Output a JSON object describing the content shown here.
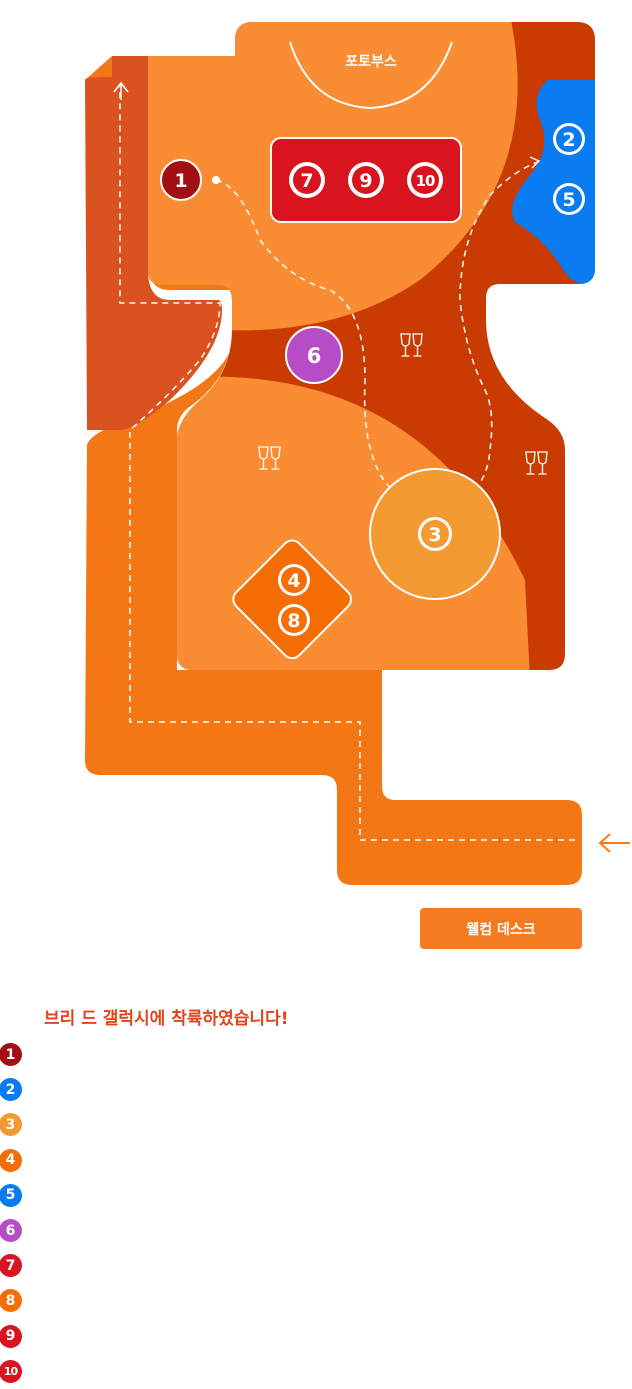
{
  "colors": {
    "floor_light": "#FA8C33",
    "floor_dark": "#C93B00",
    "corridor": "#F47716",
    "corridor_dark": "#D9521F",
    "blue_area": "#0A7BF0",
    "purple": "#B64DC7",
    "red": "#D8141E",
    "maroon": "#A10F13",
    "light_orange": "#F39B32",
    "orange": "#F56E05",
    "accent": "#E0441A"
  },
  "map": {
    "photobooth_label": "포토부스",
    "booths": [
      {
        "id": "1",
        "color": "#A10F13"
      },
      {
        "id": "2",
        "color": "#0A7BF0"
      },
      {
        "id": "3",
        "color": "#F39B32"
      },
      {
        "id": "4",
        "color": "#F56E05"
      },
      {
        "id": "5",
        "color": "#0A7BF0"
      },
      {
        "id": "6",
        "color": "#B64DC7"
      },
      {
        "id": "7",
        "color": "#D8141E"
      },
      {
        "id": "8",
        "color": "#F56E05"
      },
      {
        "id": "9",
        "color": "#D8141E"
      },
      {
        "id": "10",
        "color": "#D8141E"
      }
    ],
    "icons": [
      "champagne-glasses-icon",
      "entrance-arrow-icon",
      "exit-arrow-icon"
    ]
  },
  "welcome_desk_label": "웰컴 데스크",
  "legend": {
    "title": "브리 드 갤럭시에 착륙하였습니다!",
    "items": [
      {
        "num": "1",
        "color": "#A10F13",
        "label": ""
      },
      {
        "num": "2",
        "color": "#0A7BF0",
        "label": ""
      },
      {
        "num": "3",
        "color": "#F39B32",
        "label": ""
      },
      {
        "num": "4",
        "color": "#F56E05",
        "label": ""
      },
      {
        "num": "5",
        "color": "#0A7BF0",
        "label": ""
      },
      {
        "num": "6",
        "color": "#B64DC7",
        "label": ""
      },
      {
        "num": "7",
        "color": "#D8141E",
        "label": ""
      },
      {
        "num": "8",
        "color": "#F56E05",
        "label": ""
      },
      {
        "num": "9",
        "color": "#D8141E",
        "label": ""
      },
      {
        "num": "10",
        "color": "#D8141E",
        "label": ""
      }
    ]
  }
}
